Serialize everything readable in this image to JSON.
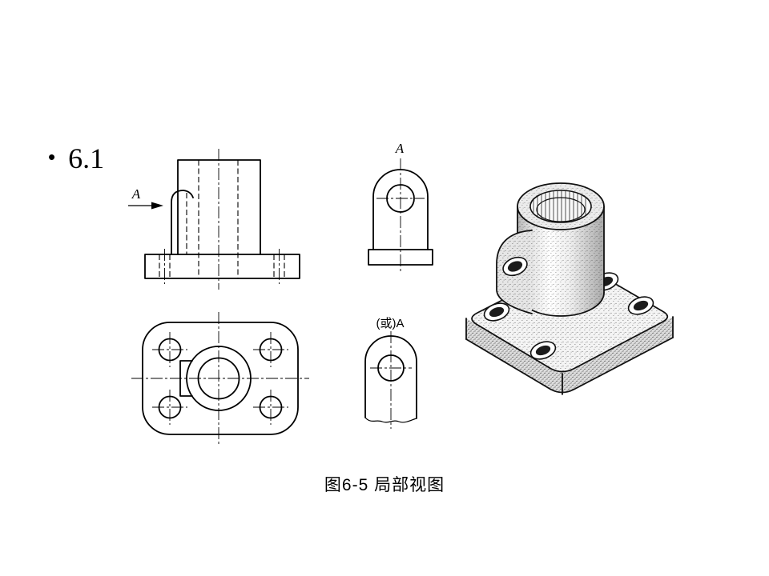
{
  "slide": {
    "background": "#ffffff",
    "bullet_marker": "•",
    "section_label": "6.1"
  },
  "drawing": {
    "line_color": "#000000",
    "view_direction_label": "A",
    "partial_view_label": "A",
    "alt_partial_view_label": "(或)A"
  },
  "caption": {
    "text": "图6-5  局部视图"
  }
}
